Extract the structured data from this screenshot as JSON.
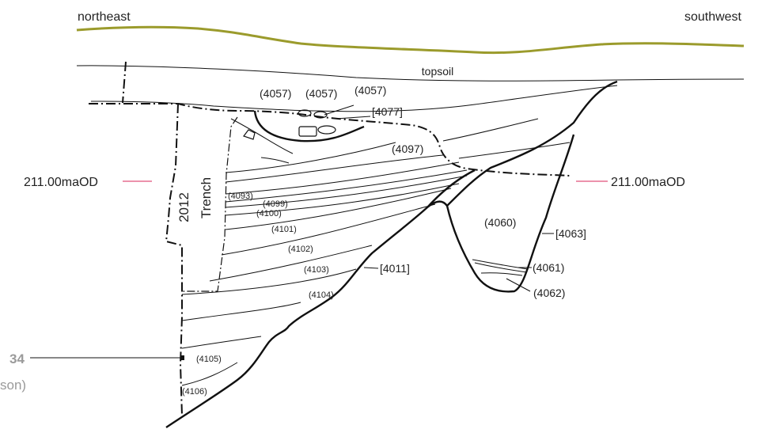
{
  "orientation": {
    "left": "northeast",
    "right": "southwest"
  },
  "ground_color": "#9b9b2c",
  "datum_color": "#e0507a",
  "datum": {
    "left_label": "211.00maOD",
    "right_label": "211.00maOD"
  },
  "trench_label": {
    "year": "2012",
    "word": "Trench"
  },
  "layers": {
    "topsoil": "topsoil",
    "l4057a": "(4057)",
    "l4057b": "(4057)",
    "l4057c": "(4057)",
    "l4077": "[4077]",
    "l4097": "(4097)",
    "l4093": "(4093)",
    "l4099": "(4099)",
    "l4100": "(4100)",
    "l4101": "(4101)",
    "l4102": "(4102)",
    "l4103": "(4103)",
    "l4104": "(4104)",
    "l4011": "[4011]",
    "l4105": "(4105)",
    "l4106": "(4106)",
    "l4060": "(4060)",
    "l4063": "[4063]",
    "l4061": "(4061)",
    "l4062": "(4062)"
  },
  "margin_text": {
    "number_fragment": "34",
    "caption_fragment": "son)"
  }
}
